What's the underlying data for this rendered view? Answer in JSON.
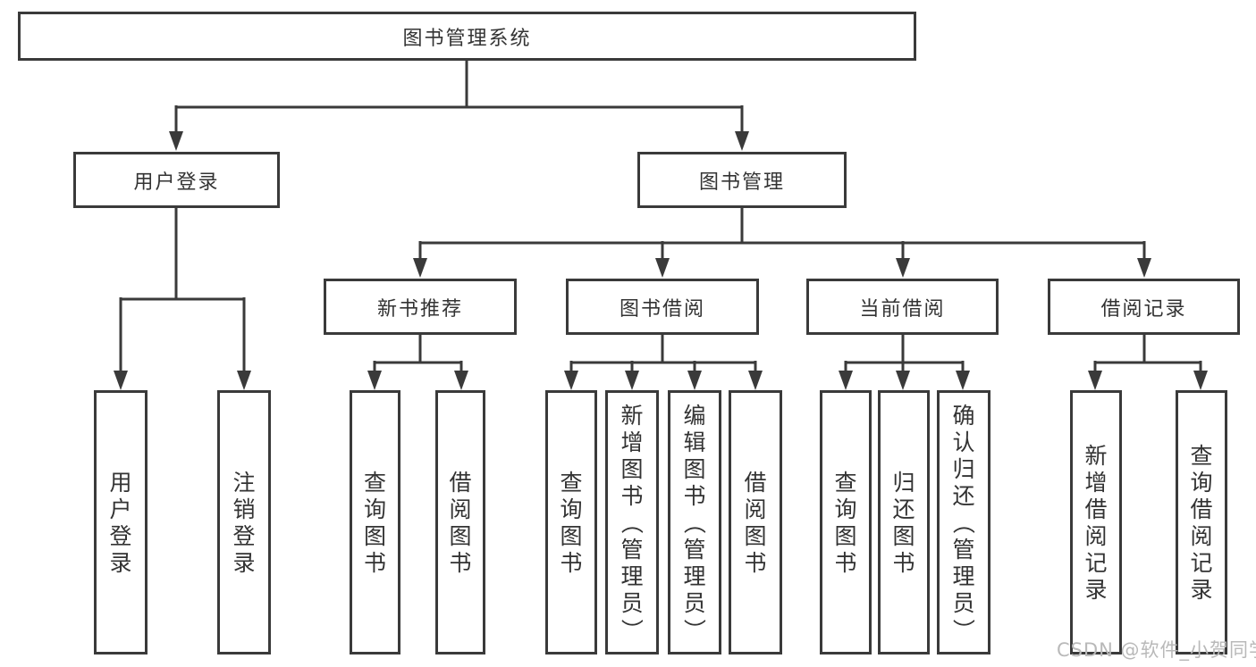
{
  "diagram": {
    "title": "图书管理系统",
    "watermark": "CSDN @软件_小贺同学"
  },
  "colors": {
    "line": "#3a3a3a",
    "text": "#333333",
    "watermark": "#b9b9b9",
    "background": "#ffffff"
  },
  "nodes": {
    "root": {
      "label": "图书管理系统"
    },
    "branches": [
      {
        "label": "用户登录",
        "parent": "图书管理系统"
      },
      {
        "label": "图书管理",
        "parent": "图书管理系统"
      }
    ],
    "sections": [
      {
        "label": "新书推荐",
        "parent": "图书管理"
      },
      {
        "label": "图书借阅",
        "parent": "图书管理"
      },
      {
        "label": "当前借阅",
        "parent": "图书管理"
      },
      {
        "label": "借阅记录",
        "parent": "图书管理"
      }
    ],
    "leaves": [
      {
        "label": "用户登录",
        "parent": "用户登录"
      },
      {
        "label": "注销登录",
        "parent": "用户登录"
      },
      {
        "label": "查询图书",
        "parent": "新书推荐"
      },
      {
        "label": "借阅图书",
        "parent": "新书推荐"
      },
      {
        "label": "查询图书",
        "parent": "图书借阅"
      },
      {
        "label": "新增图书（管理员）",
        "parent": "图书借阅"
      },
      {
        "label": "编辑图书（管理员）",
        "parent": "图书借阅"
      },
      {
        "label": "借阅图书",
        "parent": "图书借阅"
      },
      {
        "label": "查询图书",
        "parent": "当前借阅"
      },
      {
        "label": "归还图书",
        "parent": "当前借阅"
      },
      {
        "label": "确认归还（管理员）",
        "parent": "当前借阅"
      },
      {
        "label": "新增借阅记录",
        "parent": "借阅记录"
      },
      {
        "label": "查询借阅记录",
        "parent": "借阅记录"
      }
    ]
  }
}
